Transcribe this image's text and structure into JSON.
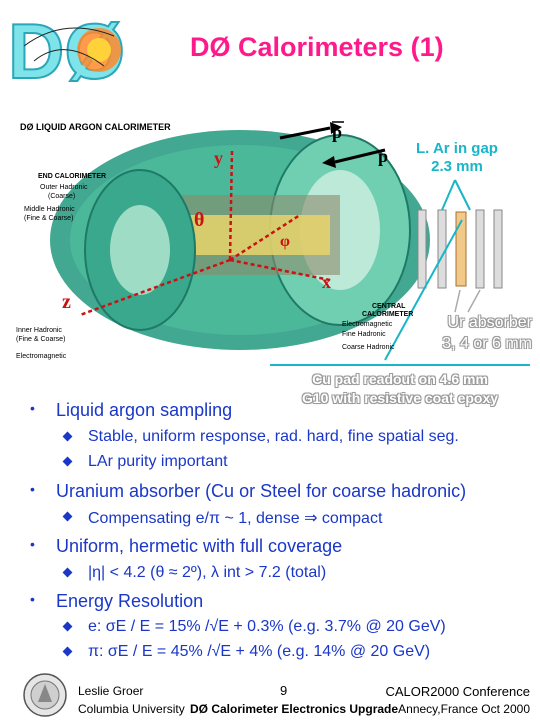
{
  "slide": {
    "title": "DØ Calorimeters (1)",
    "logo_text": "DØ"
  },
  "figure": {
    "heading": "DØ LIQUID ARGON CALORIMETER",
    "end_calorimeter": "END CALORIMETER",
    "outer_hadronic": "Outer Hadronic",
    "outer_hadronic_sub": "(Coarse)",
    "middle_hadronic": "Middle Hadronic",
    "middle_hadronic_sub": "(Fine & Coarse)",
    "inner_hadronic": "Inner Hadronic",
    "inner_hadronic_sub": "(Fine & Coarse)",
    "electromagnetic_left": "Electromagnetic",
    "central_calorimeter_1": "CENTRAL",
    "central_calorimeter_2": "CALORIMETER",
    "electromagnetic": "Electromagnetic",
    "fine_hadronic": "Fine Hadronic",
    "coarse_hadronic": "Coarse Hadronic",
    "axis_y": "y",
    "axis_z": "z",
    "axis_x": "x",
    "theta": "θ",
    "phi": "φ",
    "p": "p",
    "p_bar": "p"
  },
  "callouts": {
    "lar_gap_1": "L. Ar in gap",
    "lar_gap_2": "2.3 mm",
    "ur_absorber_1": "Ur absorber",
    "ur_absorber_2": "3, 4 or 6 mm",
    "cu_pad_1": "Cu pad readout on 4.6 mm",
    "cu_pad_2": "G10 with resistive coat epoxy"
  },
  "bullets": {
    "b1": "Liquid argon sampling",
    "b1_1": "Stable, uniform response, rad. hard, fine spatial seg.",
    "b1_2": "LAr purity important",
    "b2": "Uranium absorber (Cu or Steel for coarse hadronic)",
    "b2_1": "Compensating e/π ~ 1, dense ⇒ compact",
    "b3": "Uniform, hermetic with full coverage",
    "b3_1": "|η| < 4.2 (θ ≈ 2º), λ int > 7.2  (total)",
    "b4": "Energy Resolution",
    "b4_1": "e:  σE / E = 15% /√E + 0.3% (e.g.  3.7% @ 20 GeV)",
    "b4_2": "π:  σE / E = 45% /√E +  4%   (e.g. 14%   @ 20 GeV)"
  },
  "footer": {
    "author": "Leslie Groer",
    "university": "Columbia University",
    "page": "9",
    "talk_title": "DØ Calorimeter Electronics Upgrade",
    "conference": "CALOR2000 Conference",
    "place_date": "Annecy,France Oct 2000"
  },
  "colors": {
    "title": "#ff1a8c",
    "bullet_text": "#1a37c8",
    "callout": "#18b6c8",
    "calorimeter": "#2f9e86",
    "axis": "#cc1111"
  }
}
